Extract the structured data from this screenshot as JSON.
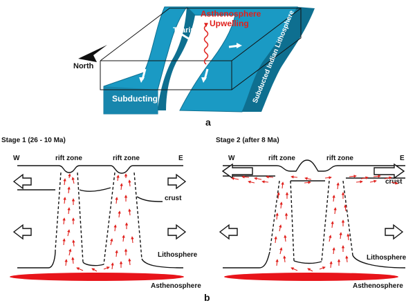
{
  "panel_a": {
    "label": "a",
    "north": "North",
    "tearing": "Tearing",
    "upwelling_line1": "Asthenosphere",
    "upwelling_line2": "Upwelling",
    "subducting": "Subducting",
    "subducted": "Subducted Indian Lithosphere",
    "slab_color": "#1a9ac4",
    "slab_dark": "#0e6f90",
    "upwelling_color": "#e0201c"
  },
  "panel_b": {
    "label": "b",
    "stage1": {
      "title": "Stage 1 (26 - 10 Ma)",
      "west": "W",
      "east": "E",
      "rift1": "rift zone",
      "rift2": "rift zone",
      "crust": "crust",
      "lithosphere": "Lithosphere",
      "asthenosphere": "Asthenosphere"
    },
    "stage2": {
      "title": "Stage 2 (after 8 Ma)",
      "west": "W",
      "east": "E",
      "rift1": "rift zone",
      "rift2": "rift zone",
      "crust": "crust",
      "lithosphere": "Lithosphere",
      "asthenosphere": "Asthenosphere"
    },
    "flow_color": "#e0201c",
    "asthenosphere_color": "#e8141a"
  }
}
